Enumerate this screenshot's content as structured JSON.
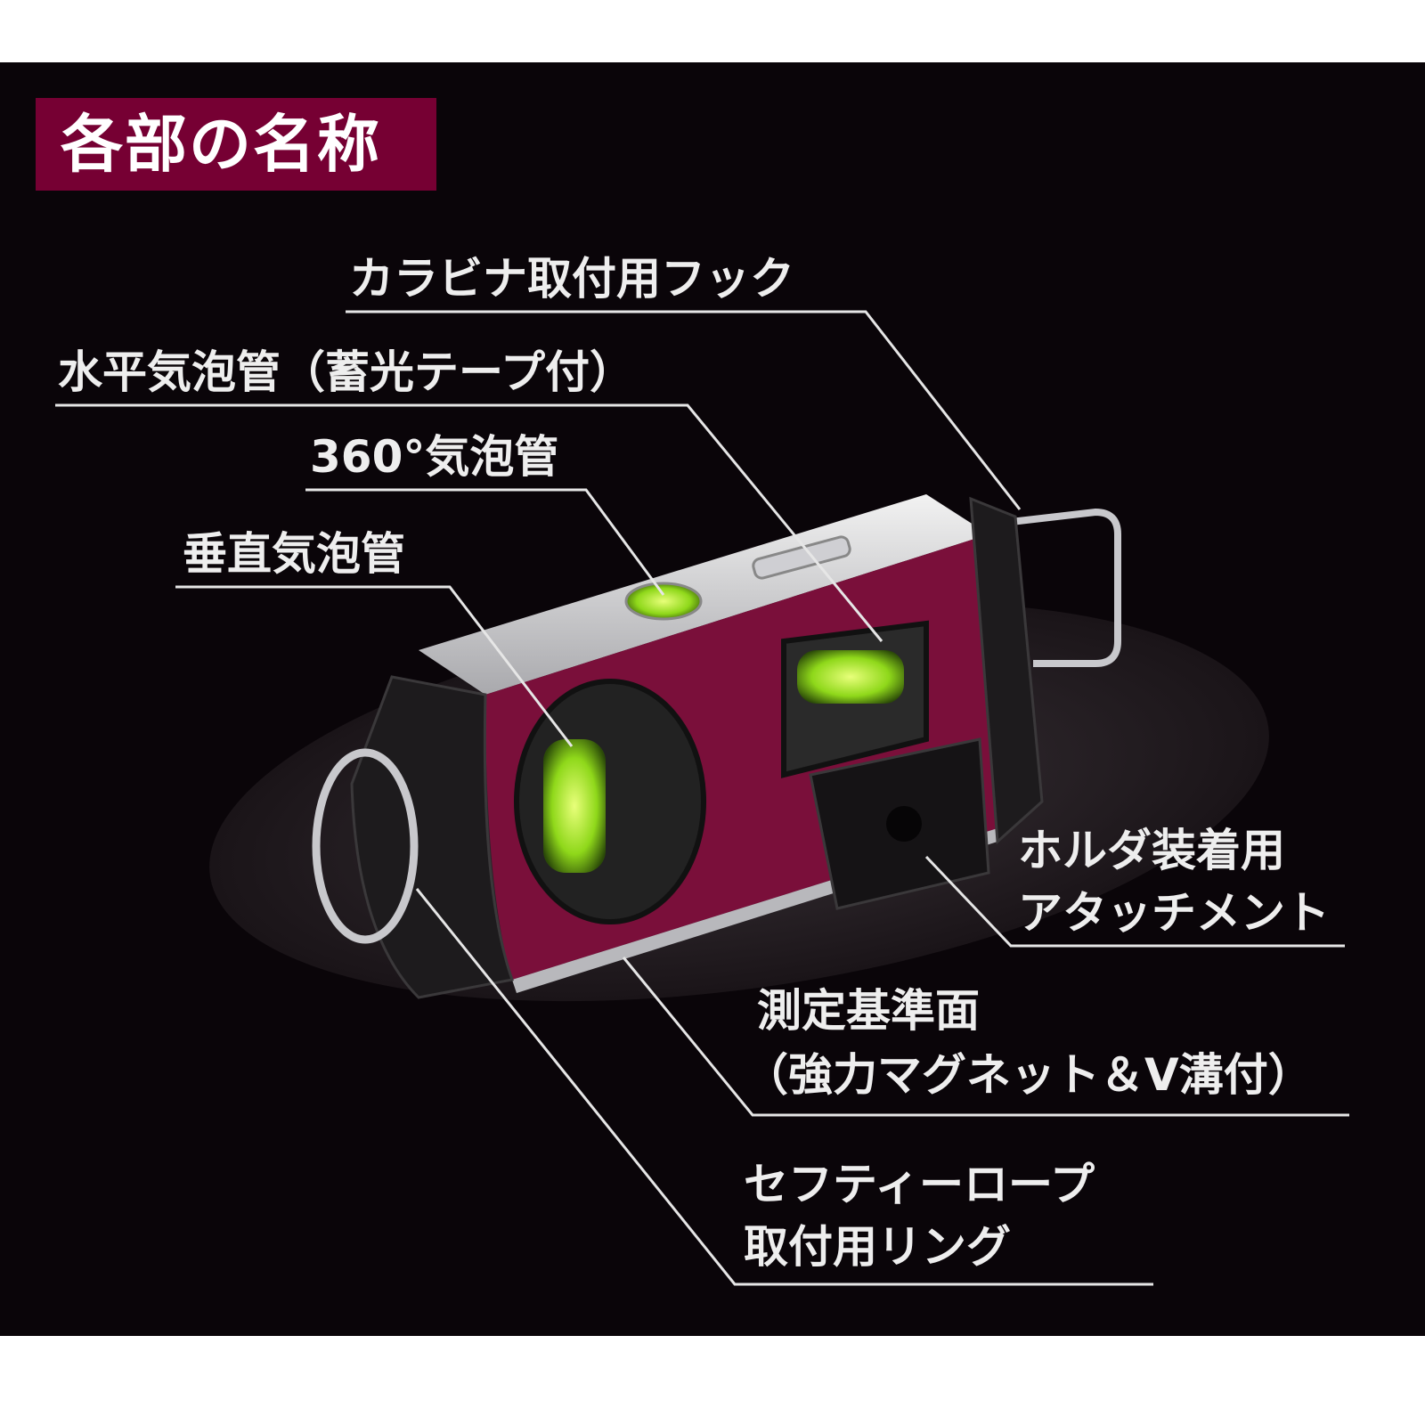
{
  "title": "各部の名称",
  "labels": {
    "carabiner_hook": "カラビナ取付用フック",
    "horizontal_vial": "水平気泡管（蓄光テープ付）",
    "vial_360": "360°気泡管",
    "vertical_vial": "垂直気泡管",
    "holder_attachment_1": "ホルダ装着用",
    "holder_attachment_2": "アタッチメント",
    "measuring_surface_1": "測定基準面",
    "measuring_surface_2": "（強力マグネット＆V溝付）",
    "safety_rope_1": "セフティーロープ",
    "safety_rope_2": "取付用リング"
  },
  "colors": {
    "background": "#0a0509",
    "title_box": "#760033",
    "body": "#7a0f3a",
    "vial": "#9be01a"
  }
}
